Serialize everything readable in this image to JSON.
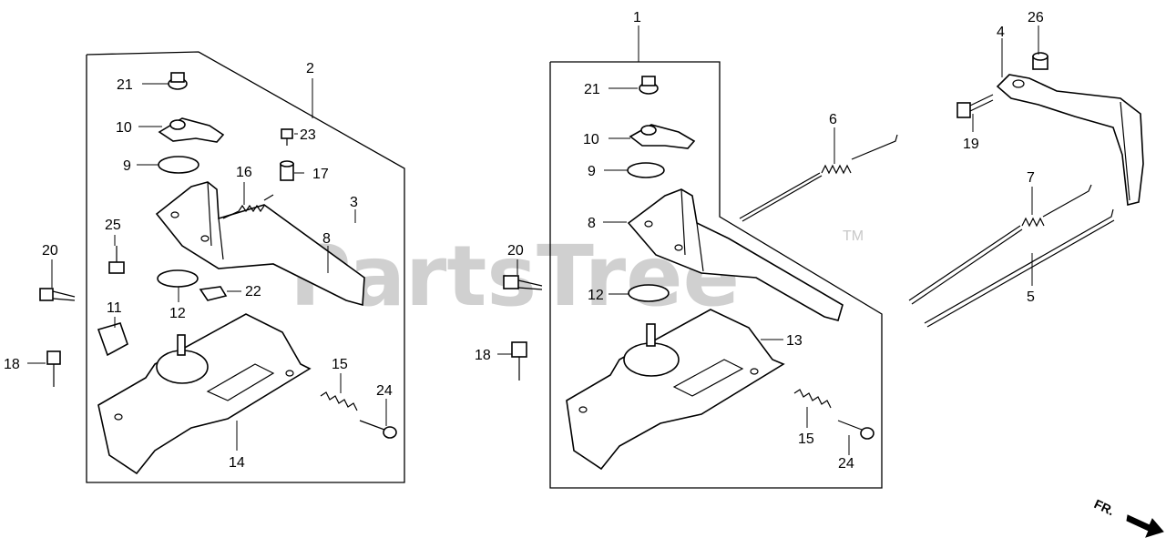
{
  "watermark": {
    "text": "PartsTree",
    "trademark": "TM"
  },
  "direction_indicator": {
    "text": "FR."
  },
  "callouts": {
    "left": [
      "21",
      "10",
      "9",
      "2",
      "23",
      "17",
      "16",
      "3",
      "8",
      "25",
      "20",
      "11",
      "12",
      "22",
      "18",
      "15",
      "24",
      "14"
    ],
    "middle": [
      "1",
      "21",
      "10",
      "9",
      "8",
      "20",
      "12",
      "13",
      "18",
      "15",
      "24"
    ],
    "right": [
      "26",
      "4",
      "19",
      "6",
      "7",
      "5"
    ]
  }
}
